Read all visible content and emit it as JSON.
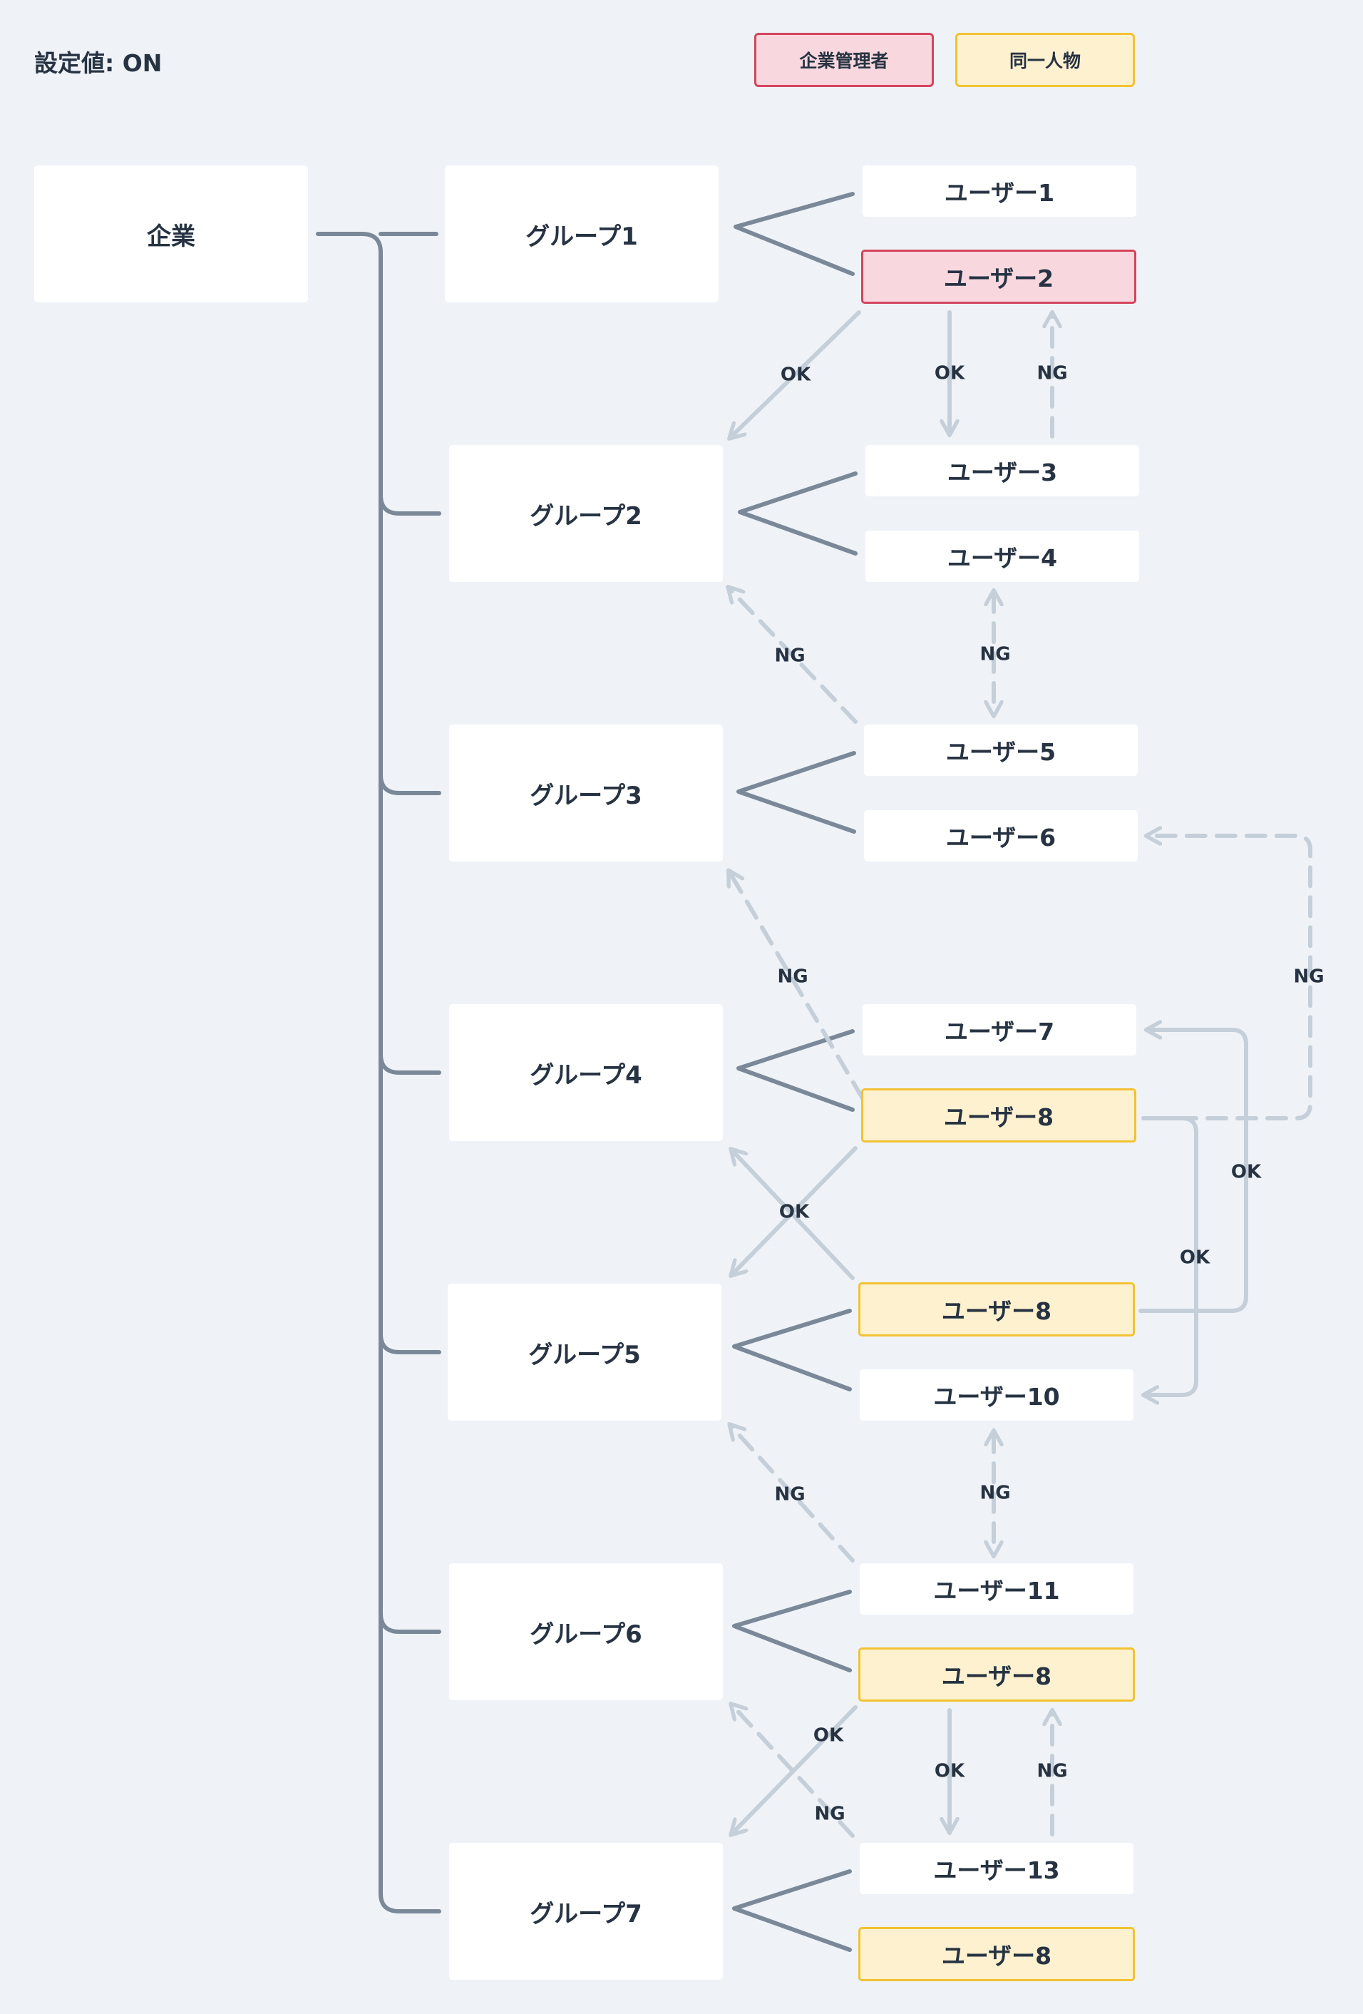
{
  "setting": {
    "label": "設定値:",
    "value": "ON"
  },
  "legend": {
    "admin": "企業管理者",
    "same_person": "同一人物"
  },
  "company": "企業",
  "groups": [
    "グループ1",
    "グループ2",
    "グループ3",
    "グループ4",
    "グループ5",
    "グループ6",
    "グループ7"
  ],
  "users": [
    [
      "ユーザー1",
      "ユーザー2"
    ],
    [
      "ユーザー3",
      "ユーザー4"
    ],
    [
      "ユーザー5",
      "ユーザー6"
    ],
    [
      "ユーザー7",
      "ユーザー8"
    ],
    [
      "ユーザー8",
      "ユーザー10"
    ],
    [
      "ユーザー11",
      "ユーザー8"
    ],
    [
      "ユーザー13",
      "ユーザー8"
    ]
  ],
  "user_roles": [
    [
      "normal",
      "admin"
    ],
    [
      "normal",
      "normal"
    ],
    [
      "normal",
      "normal"
    ],
    [
      "normal",
      "same"
    ],
    [
      "same",
      "normal"
    ],
    [
      "normal",
      "same"
    ],
    [
      "normal",
      "same"
    ]
  ],
  "result_labels": {
    "ok": "OK",
    "ng": "NG"
  },
  "colors": {
    "background": "#eff3f7",
    "tree_line": "#7a8898",
    "relation_line": "#c5cfd9",
    "admin_fill": "#f8d8de",
    "admin_border": "#d4445e",
    "same_fill": "#fdf1cf",
    "same_border": "#f2c233"
  }
}
